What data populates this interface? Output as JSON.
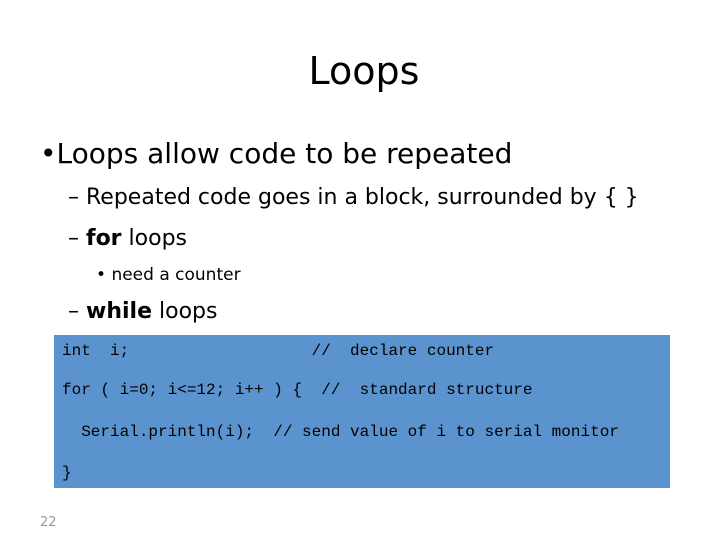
{
  "slide": {
    "title": "Loops",
    "page_number": "22"
  },
  "bullets": {
    "main": "•Loops allow code to be repeated",
    "sub1_dash": "–",
    "sub1_text": "Repeated code goes in a block, surrounded by { }",
    "sub2_dash": "–",
    "sub2_keyword": "for",
    "sub2_rest": " loops",
    "sub2_child_marker": "•",
    "sub2_child": "need a counter",
    "sub3_dash": "–",
    "sub3_keyword": "while",
    "sub3_rest": " loops"
  },
  "code": {
    "lines": [
      "int  i;                   //  declare counter",
      "for ( i=0; i<=12; i++ ) {  //  standard structure",
      "  Serial.println(i);  // send value of i to serial monitor",
      "}"
    ]
  }
}
